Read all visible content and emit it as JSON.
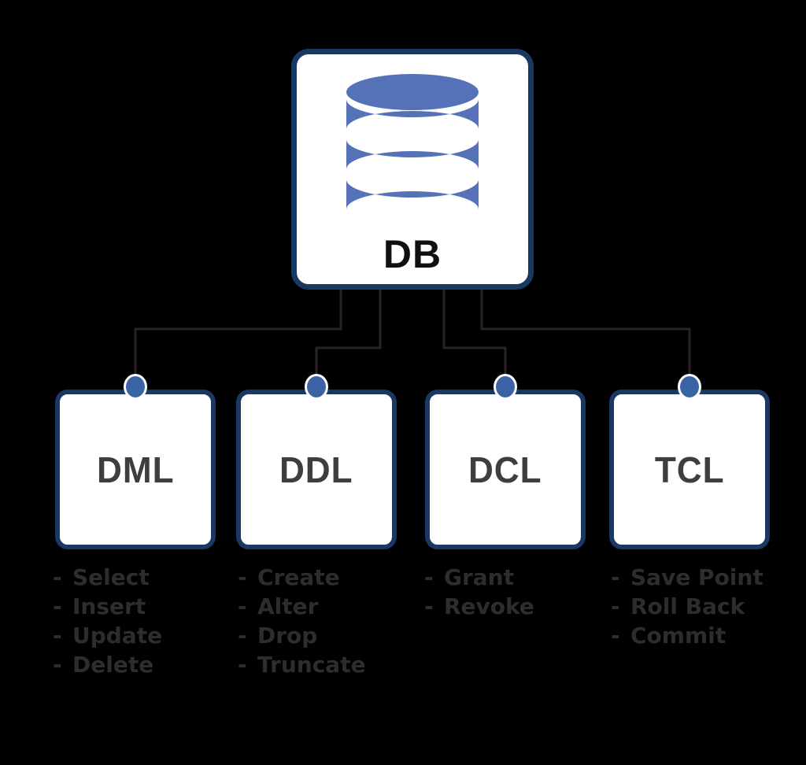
{
  "root": {
    "label": "DB",
    "icon": "database-cylinder"
  },
  "bullet": "-",
  "categories": [
    {
      "id": "dml",
      "label": "DML",
      "items": [
        "Select",
        "Insert",
        "Update",
        "Delete"
      ]
    },
    {
      "id": "ddl",
      "label": "DDL",
      "items": [
        "Create",
        "Alter",
        "Drop",
        "Truncate"
      ]
    },
    {
      "id": "dcl",
      "label": "DCL",
      "items": [
        "Grant",
        "Revoke"
      ]
    },
    {
      "id": "tcl",
      "label": "TCL",
      "items": [
        "Save Point",
        "Roll Back",
        "Commit"
      ]
    }
  ],
  "colors": {
    "background": "#000000",
    "box_fill": "#ffffff",
    "box_border": "#1b3764",
    "cylinder_blue": "#5572b8",
    "connector_dot_fill": "#3a63a4",
    "connector_dot_ring": "#ffffff",
    "connector_line": "#242424",
    "category_label_text": "#3e3e41",
    "list_text": "#2d2d30",
    "root_label_text": "#101010"
  }
}
